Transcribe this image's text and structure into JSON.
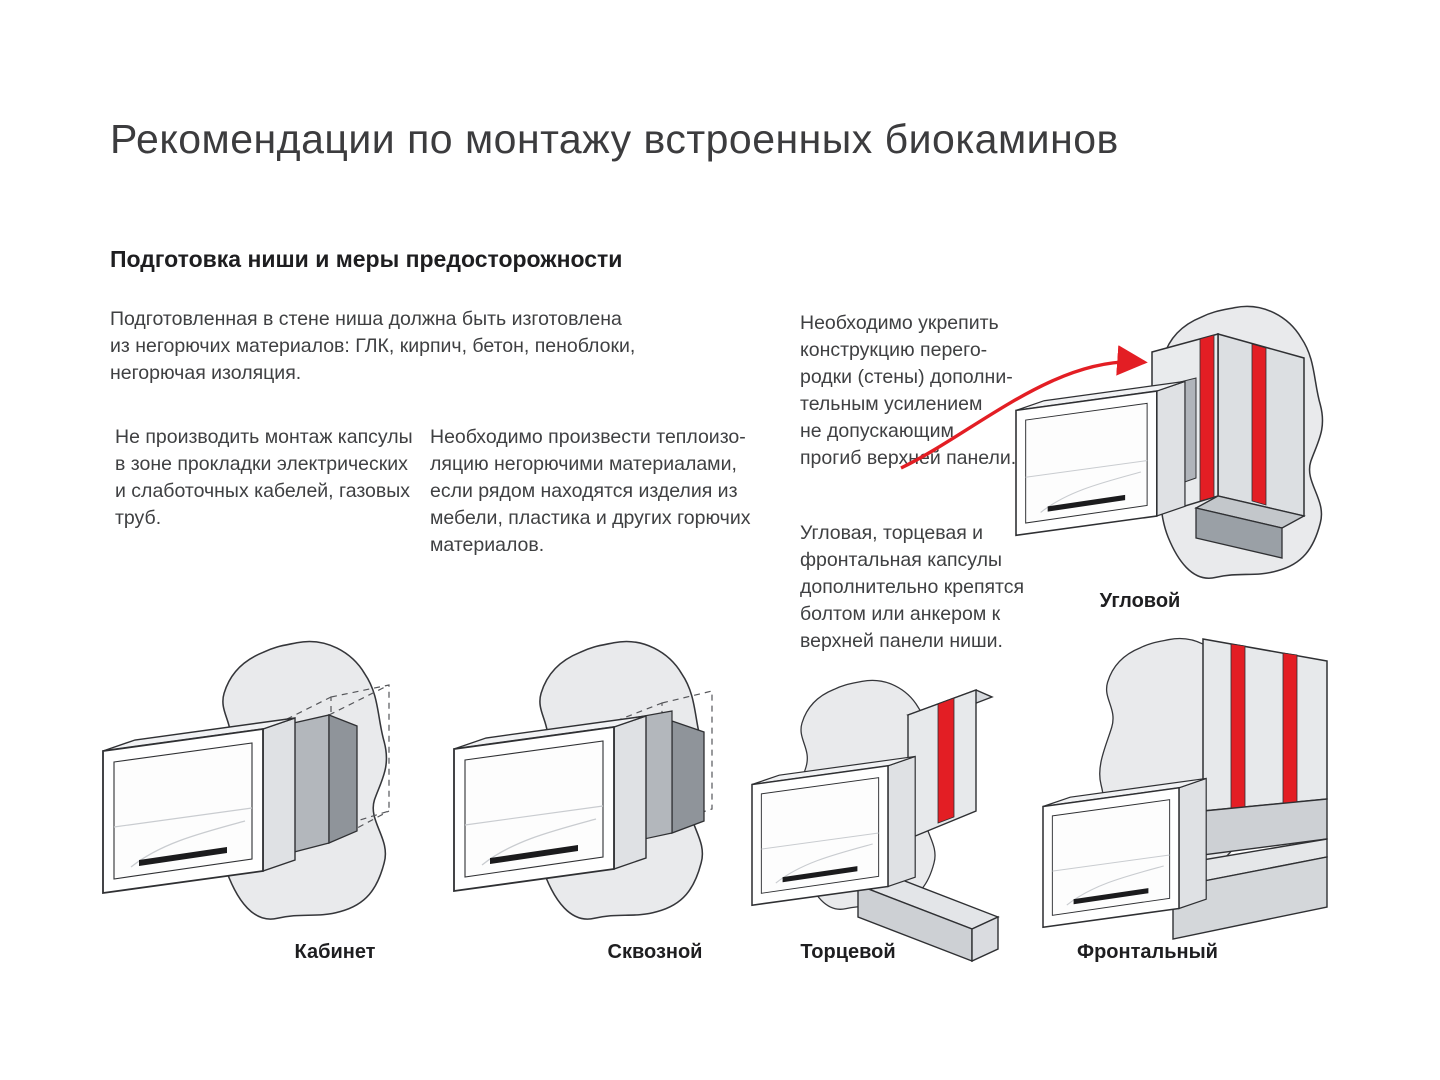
{
  "page": {
    "title": "Рекомендации по монтажу встроенных биокаминов",
    "section": {
      "heading": "Подготовка ниши и меры предосторожности",
      "intro": "Подготовленная в стене ниша должна быть изготовлена\nиз негорючих материалов: ГЛК, кирпич, бетон, пеноблоки,\nнегорючая изоляция.",
      "note_electrical": "Не производить монтаж капсулы\nв зоне прокладки электрических\nи слаботочных кабелей, газовых\nтруб.",
      "note_insulation": "Необходимо произвести теплоизо-\nляцию негорючими материалами,\nесли рядом находятся изделия из\nмебели, пластика и других горючих\nматериалов.",
      "note_reinforcement": "Необходимо укрепить\nконструкцию перего-\nродки (стены) дополни-\nтельным усилением\nне допускающим\nпрогиб верхней панели.",
      "note_fastening": "Угловая, торцевая и\nфронтальная капсулы\nдополнительно крепятся\nболтом или анкером к\nверхней панели ниши."
    }
  },
  "diagrams": {
    "corner": {
      "label": "Угловой"
    },
    "cabinet": {
      "label": "Кабинет"
    },
    "through": {
      "label": "Сквозной"
    },
    "end": {
      "label": "Торцевой"
    },
    "frontal": {
      "label": "Фронтальный"
    }
  },
  "colors": {
    "accent_red": "#e31e24",
    "text": "#3f4042",
    "heading": "#1e1e20",
    "wall_light": "#e9eaec",
    "wall_medium": "#c7cacd",
    "niche_dark": "#9aa0a6",
    "outline": "#2f3033"
  }
}
